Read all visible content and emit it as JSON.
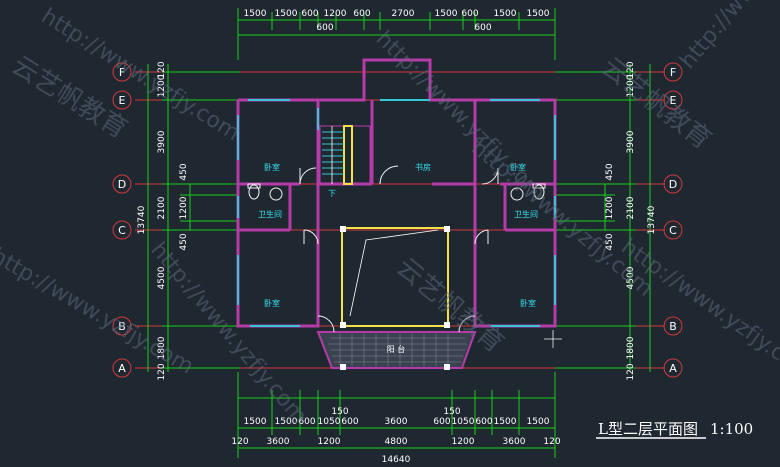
{
  "colors": {
    "background": "#1f2731",
    "dimension_line": "#19d119",
    "axis_line": "#d23a3a",
    "wall": "#b53ba8",
    "window": "#36c6d8",
    "door": "#f2f2f2",
    "room_label": "#35e1ef",
    "dimension_text": "#ffffff",
    "watermark": "#5a6a78",
    "stair": "#f4e24a"
  },
  "drawing": {
    "title": "L型二层平面图",
    "scale": "1:100",
    "top_dims": [
      "1500",
      "1500",
      "600",
      "1200",
      "600",
      "2700",
      "1500",
      "600",
      "1500",
      "1500"
    ],
    "top_sub_dims": [
      "600",
      "600"
    ],
    "bottom_dims_row1": [
      "1500",
      "1500",
      "600",
      "1050",
      "600",
      "3600",
      "600",
      "1050",
      "600",
      "1500",
      "1500"
    ],
    "bottom_sub_dims": [
      "150",
      "150"
    ],
    "bottom_dims_row2": [
      "120",
      "3600",
      "1200",
      "4800",
      "1200",
      "3600",
      "120"
    ],
    "bottom_total": "14640",
    "left_dims": [
      "120",
      "1200",
      "3900",
      "450",
      "1200",
      "2100",
      "450",
      "4500",
      "1800",
      "120"
    ],
    "right_dims": [
      "120",
      "1200",
      "3900",
      "450",
      "1200",
      "2100",
      "450",
      "4500",
      "1800",
      "120"
    ],
    "total_side": "13740",
    "axes": [
      "F",
      "E",
      "D",
      "C",
      "B",
      "A"
    ]
  },
  "rooms": [
    {
      "label": "卧室"
    },
    {
      "label": "书房"
    },
    {
      "label": "卧室"
    },
    {
      "label": "卫生间"
    },
    {
      "label": "卫生间"
    },
    {
      "label": "卧室"
    },
    {
      "label": "卧室"
    },
    {
      "label": "阳 台"
    }
  ],
  "stair": {
    "label": "下"
  },
  "watermarks": [
    "http://www.yzfjy.com",
    "云艺帆教育"
  ]
}
